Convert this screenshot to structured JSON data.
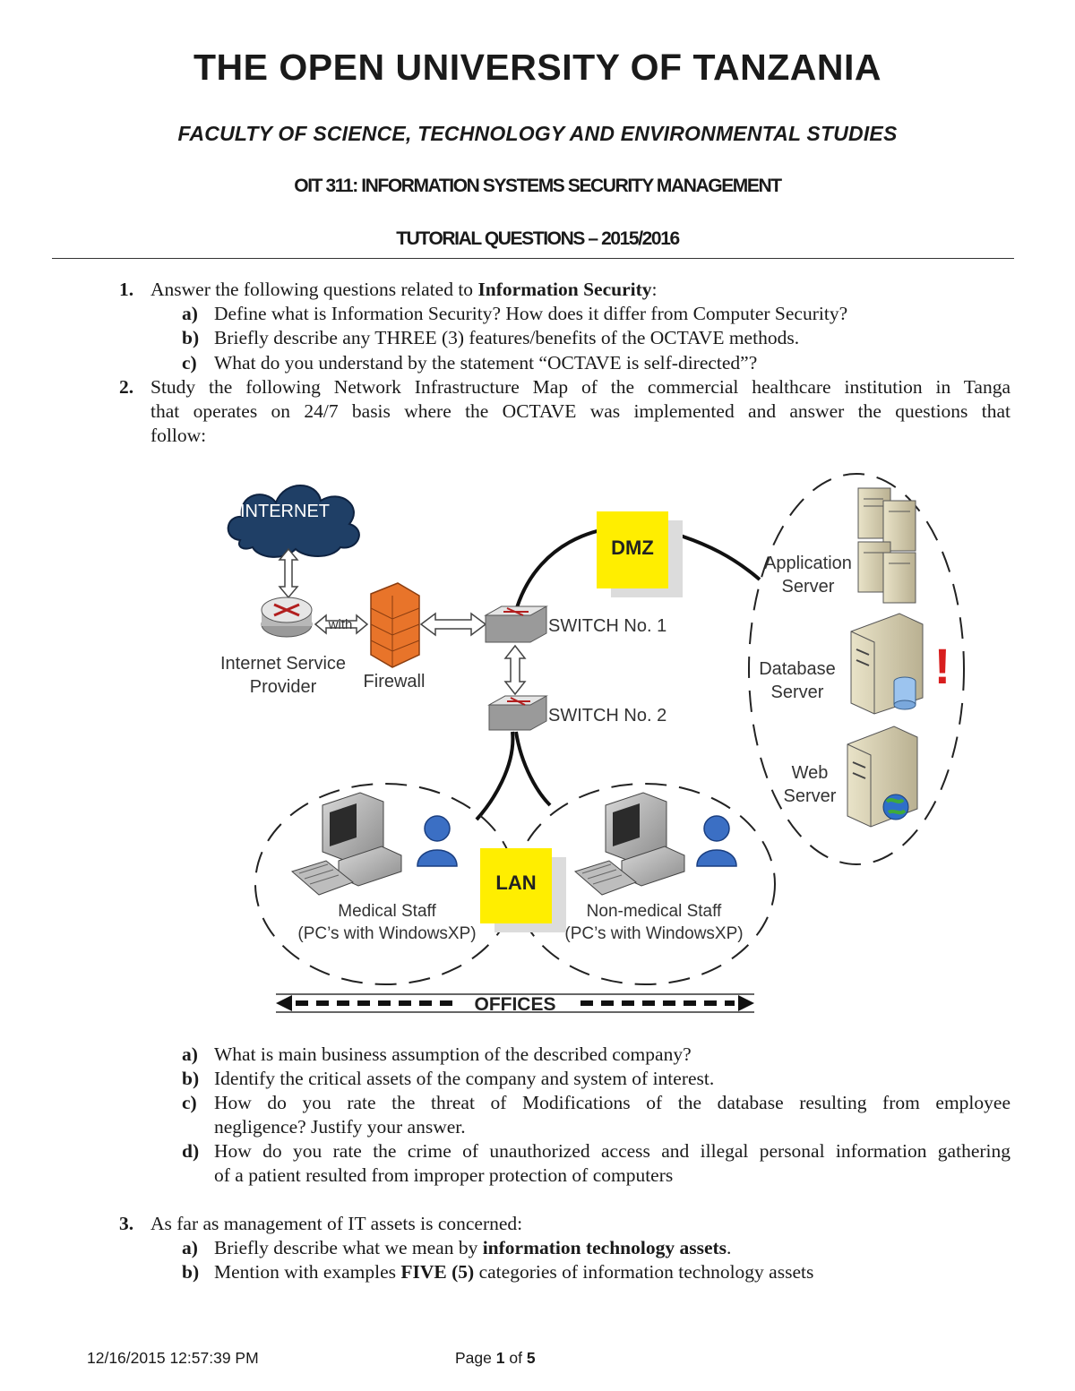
{
  "header": {
    "title": "THE OPEN UNIVERSITY OF TANZANIA",
    "faculty": "FACULTY OF SCIENCE, TECHNOLOGY AND ENVIRONMENTAL STUDIES",
    "course": "OIT 311: INFORMATION SYSTEMS SECURITY MANAGEMENT",
    "tutorial": "TUTORIAL QUESTIONS – 2015/2016"
  },
  "q1": {
    "num": "1.",
    "intro": "Answer the following questions related to",
    "intro_bold": "Information Security",
    "intro_end": ":",
    "a_label": "a)",
    "a": "Define what is Information Security? How does it differ from Computer Security?",
    "b_label": "b)",
    "b": "Briefly describe any THREE (3) features/benefits of the OCTAVE methods.",
    "c_label": "c)",
    "c": "What do you understand by the statement “OCTAVE is self-directed”?"
  },
  "q2": {
    "num": "2.",
    "line1": "Study the following Network Infrastructure Map of the commercial healthcare institution in Tanga",
    "line2": "that operates on 24/7 basis where the OCTAVE was implemented and answer the questions that",
    "line3": "follow:",
    "a_label": "a)",
    "a": "What is main business assumption of the described company?",
    "b_label": "b)",
    "b": "Identify the critical assets of the company and system of interest.",
    "c_label": "c)",
    "c1": "How do you rate the threat of Modifications of the database resulting from employee",
    "c2": "negligence? Justify your answer.",
    "d_label": "d)",
    "d1": "How do you rate the crime of unauthorized access and illegal personal information gathering",
    "d2": "of a patient resulted from improper protection of computers"
  },
  "diagram": {
    "internet": "INTERNET",
    "with": "with",
    "isp_1": "Internet Service",
    "isp_2": "Provider",
    "firewall": "Firewall",
    "dmz": "DMZ",
    "switch1": "SWITCH No. 1",
    "switch2": "SWITCH No. 2",
    "app_1": "Application",
    "app_2": "Server",
    "db_1": "Database",
    "db_2": "Server",
    "web_1": "Web",
    "web_2": "Server",
    "alert": "!",
    "lan": "LAN",
    "medical_1": "Medical Staff",
    "medical_2": "(PC’s with WindowsXP)",
    "nonmedical_1": "Non-medical Staff",
    "nonmedical_2": "(PC’s with WindowsXP)",
    "offices": "OFFICES",
    "colors": {
      "label_box": "#ffee00",
      "firewall": "#e8742a",
      "cloud": "#1f3f66",
      "person": "#3b6fc4"
    }
  },
  "q3": {
    "num": "3.",
    "intro": "As far as management of IT assets is concerned:",
    "a_label": "a)",
    "a_pre": "Briefly describe what we mean by",
    "a_bold": "information technology assets",
    "a_end": ".",
    "b_label": "b)",
    "b_pre": "Mention with examples",
    "b_bold": "FIVE (5)",
    "b_end": "categories of information technology assets"
  },
  "footer": {
    "timestamp": "12/16/2015 12:57:39 PM",
    "page_pre": "Page",
    "page_num": "1",
    "page_mid": "of",
    "page_total": "5"
  }
}
